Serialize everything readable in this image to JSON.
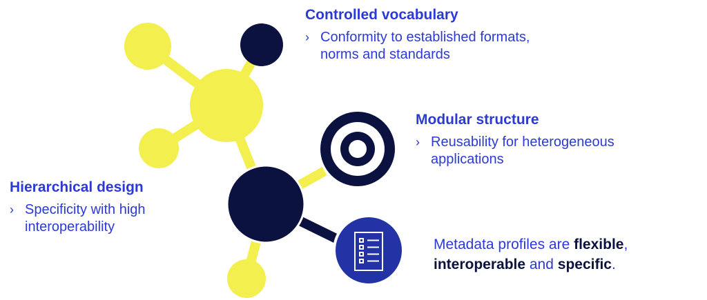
{
  "colors": {
    "yellow": "#f2ef4f",
    "navy": "#0c1240",
    "blue": "#2333a6",
    "text": "#2b3ad4"
  },
  "blocks": [
    {
      "heading": "Controlled vocabulary",
      "bullet": "Conformity to established formats, norms and standards",
      "line1": "Conformity to established formats,",
      "line2": "norms and standards"
    },
    {
      "heading": "Modular structure",
      "line1": "Reusability for heterogeneous",
      "line2": "applications"
    },
    {
      "heading": "Hierarchical design",
      "line1": "Specificity with high",
      "line2": "interoperability"
    }
  ],
  "bullet_icon": "›",
  "summary": {
    "t1": "Metadata profiles are ",
    "b1": "flexible",
    "t2": ",",
    "b2": "interoperable",
    "t3": " and ",
    "b3": "specific",
    "t4": "."
  },
  "icons": {
    "target": "target-icon",
    "checklist": "checklist-icon"
  }
}
